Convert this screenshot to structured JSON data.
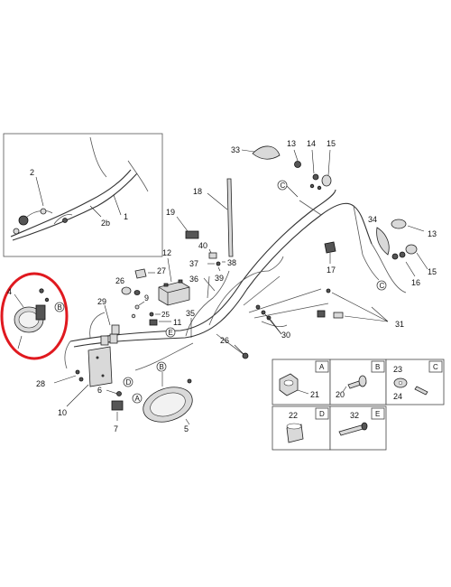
{
  "callouts": {
    "n1": "1",
    "n2": "2",
    "n2b": "2b",
    "n4": "4",
    "n5": "5",
    "n6": "6",
    "n7": "7",
    "n9": "9",
    "n10": "10",
    "n11": "11",
    "n12": "12",
    "n13a": "13",
    "n13b": "13",
    "n14": "14",
    "n15a": "15",
    "n15b": "15",
    "n16": "16",
    "n17": "17",
    "n18": "18",
    "n19": "19",
    "n20": "20",
    "n21": "21",
    "n22": "22",
    "n23": "23",
    "n24": "24",
    "n25": "25",
    "n26a": "26",
    "n26b": "26",
    "n27": "27",
    "n28": "28",
    "n29": "29",
    "n30": "30",
    "n31": "31",
    "n32": "32",
    "n33": "33",
    "n34": "34",
    "n35": "35",
    "n36": "36",
    "n37": "37",
    "n38": "38",
    "n39": "39",
    "n40": "40"
  },
  "circle_refs": {
    "b1": "B",
    "b2": "B",
    "c1": "C",
    "c2": "C",
    "d1": "D",
    "a1": "A",
    "e1": "E"
  },
  "legend": {
    "a": {
      "letter": "A",
      "part": "21"
    },
    "b": {
      "letter": "B",
      "part": "20"
    },
    "c": {
      "letter": "C",
      "part1": "23",
      "part2": "24"
    },
    "d": {
      "letter": "D",
      "part": "22"
    },
    "e": {
      "letter": "E",
      "part": "32"
    }
  },
  "colors": {
    "highlight": "#e0191f",
    "line": "#333333",
    "part_fill": "#d9d9d9"
  }
}
